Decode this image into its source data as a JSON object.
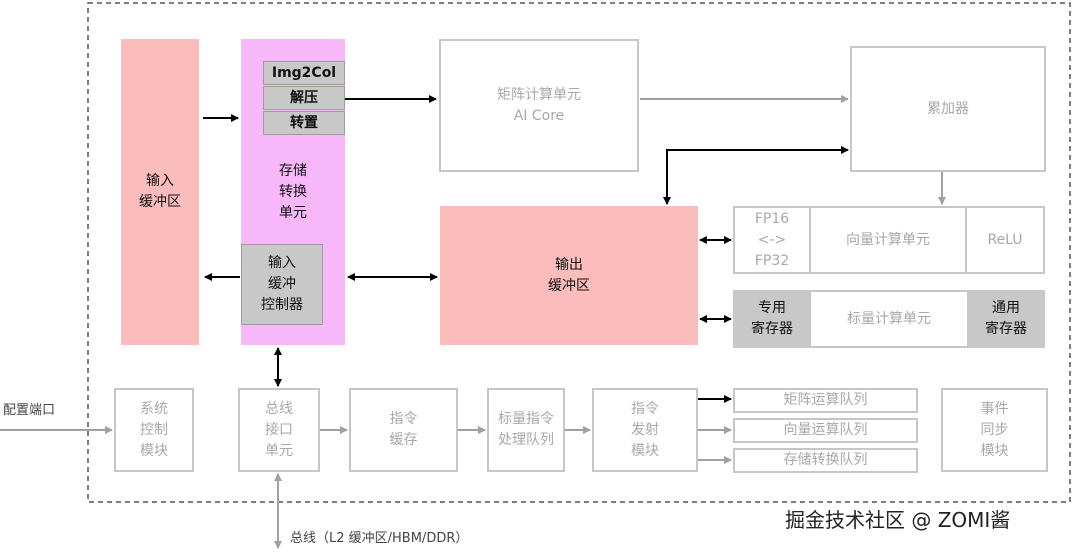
{
  "blocks": {
    "input_buffer": "输入\n缓冲区",
    "img2col": "Img2Col",
    "decompress": "解压",
    "transpose": "转置",
    "storage_convert": "存储\n转换\n单元",
    "input_buffer_ctrl": "输入\n缓冲\n控制器",
    "matrix_unit": "矩阵计算单元\nAI Core",
    "accumulator": "累加器",
    "output_buffer": "输出\n缓冲区",
    "fp_convert": "FP16\n<->\nFP32",
    "vector_unit": "向量计算单元",
    "relu": "ReLU",
    "special_reg": "专用\n寄存器",
    "scalar_unit": "标量计算单元",
    "general_reg": "通用\n寄存器",
    "system_ctrl": "系统\n控制\n模块",
    "bus_interface": "总线\n接口\n单元",
    "instr_cache": "指令\n缓存",
    "scalar_queue": "标量指令\n处理队列",
    "instr_dispatch": "指令\n发射\n模块",
    "matrix_queue": "矩阵运算队列",
    "vector_queue": "向量运算队列",
    "storage_queue": "存储转换队列",
    "event_sync": "事件\n同步\n模块"
  },
  "labels": {
    "config_port": "配置端口",
    "bus": "总线（L2 缓冲区/HBM/DDR）",
    "watermark": "掘金技术社区 @ ZOMI酱"
  },
  "colors": {
    "pink": "#fbbcbc",
    "lilac": "#f7b7f9",
    "gray_fill": "#c8c8c8",
    "gray_line": "#c6c6c6",
    "arrow_black": "#000000",
    "arrow_gray": "#a0a0a0"
  }
}
